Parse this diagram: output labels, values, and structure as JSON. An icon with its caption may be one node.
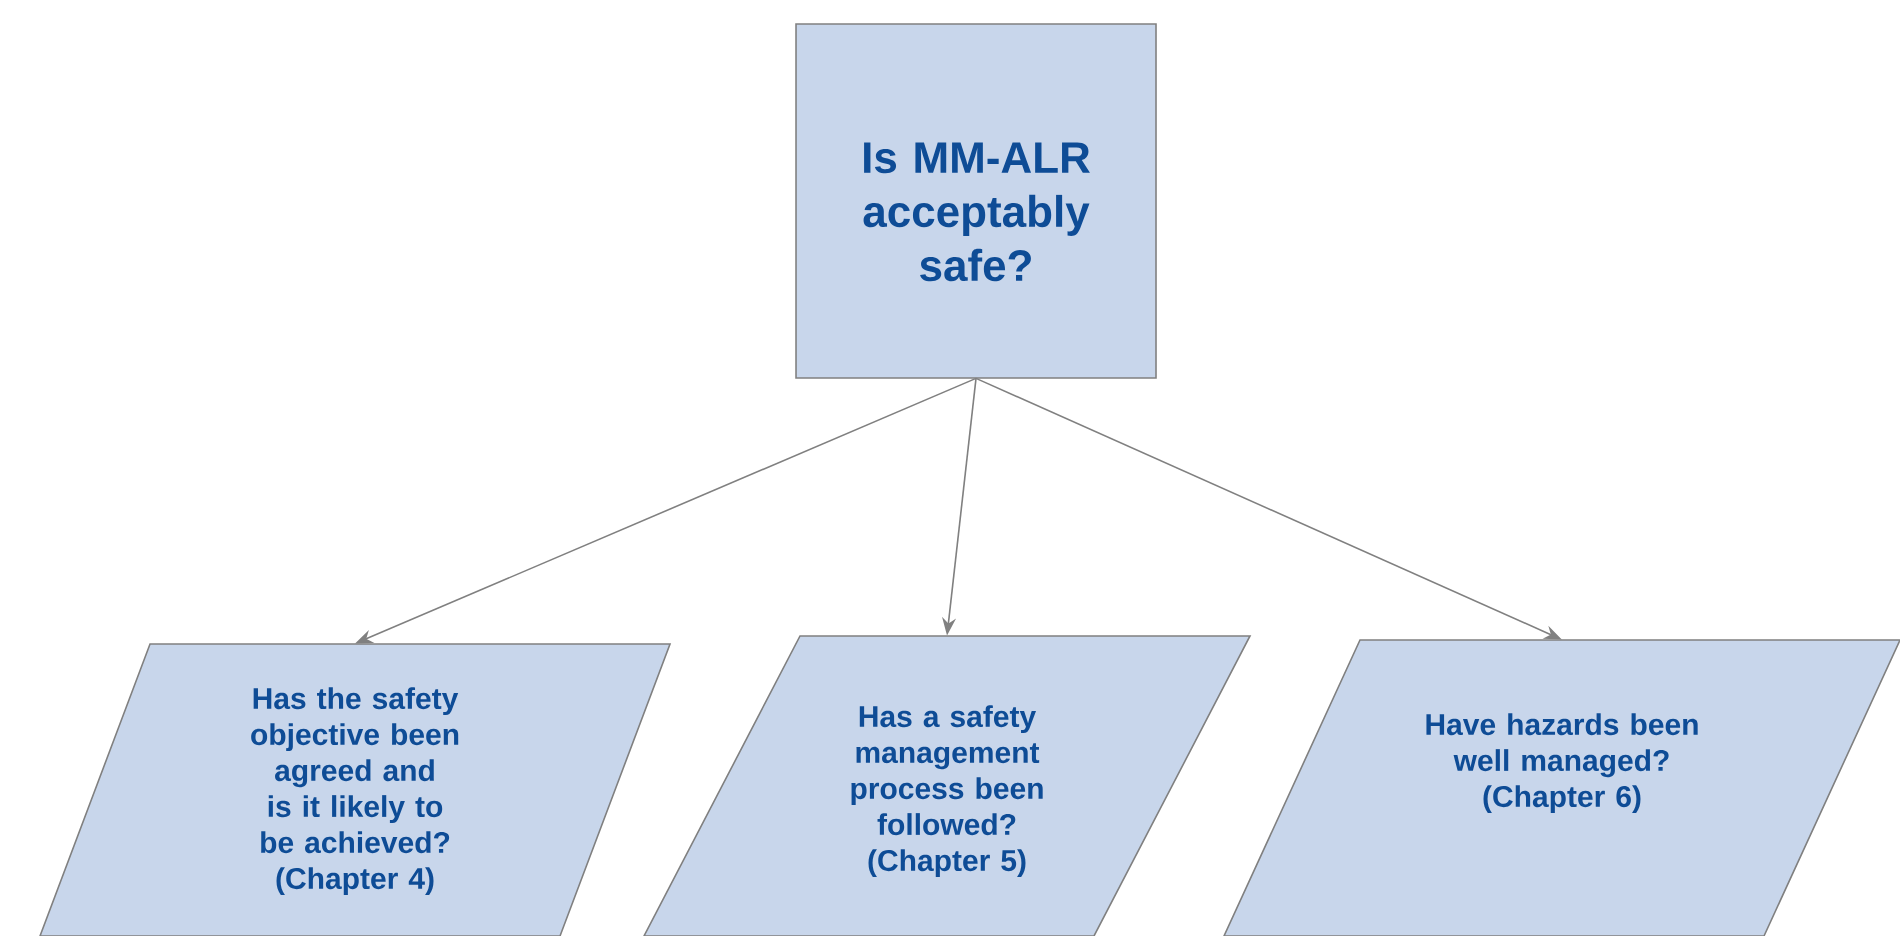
{
  "diagram": {
    "nodes": [
      {
        "text": [
          "Is MM-ALR acceptably safe?"
        ]
      },
      {
        "text": [
          "Has the safety objective been agreed and is it likely to be achieved? (Chapter 4)"
        ]
      },
      {
        "text": [
          "Has a safety management process been followed? (Chapter 5)"
        ]
      },
      {
        "text": [
          "Have hazards been well managed? (Chapter 6)"
        ]
      }
    ],
    "edges": [
      {
        "from": 0,
        "to": 1,
        "arrow": "to"
      },
      {
        "from": 0,
        "to": 2,
        "arrow": "to"
      },
      {
        "from": 0,
        "to": 3,
        "arrow": "to"
      }
    ]
  }
}
